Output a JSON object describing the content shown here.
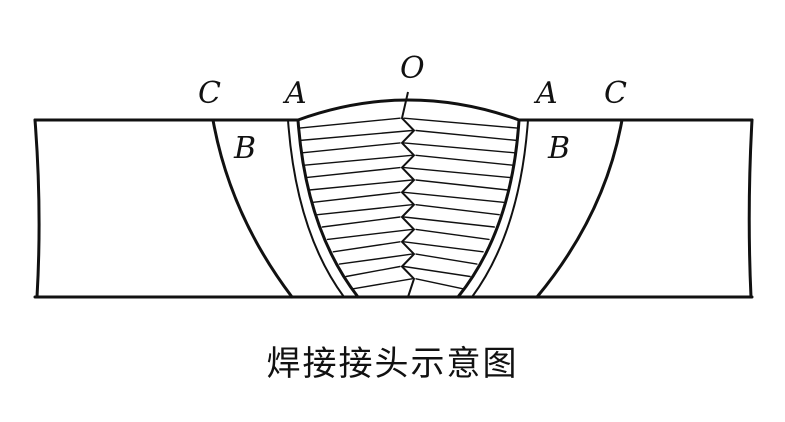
{
  "labels": {
    "O": "O",
    "A_left": "A",
    "A_right": "A",
    "B_left": "B",
    "B_right": "B",
    "C_left": "C",
    "C_right": "C"
  },
  "caption": "焊接接头示意图"
}
